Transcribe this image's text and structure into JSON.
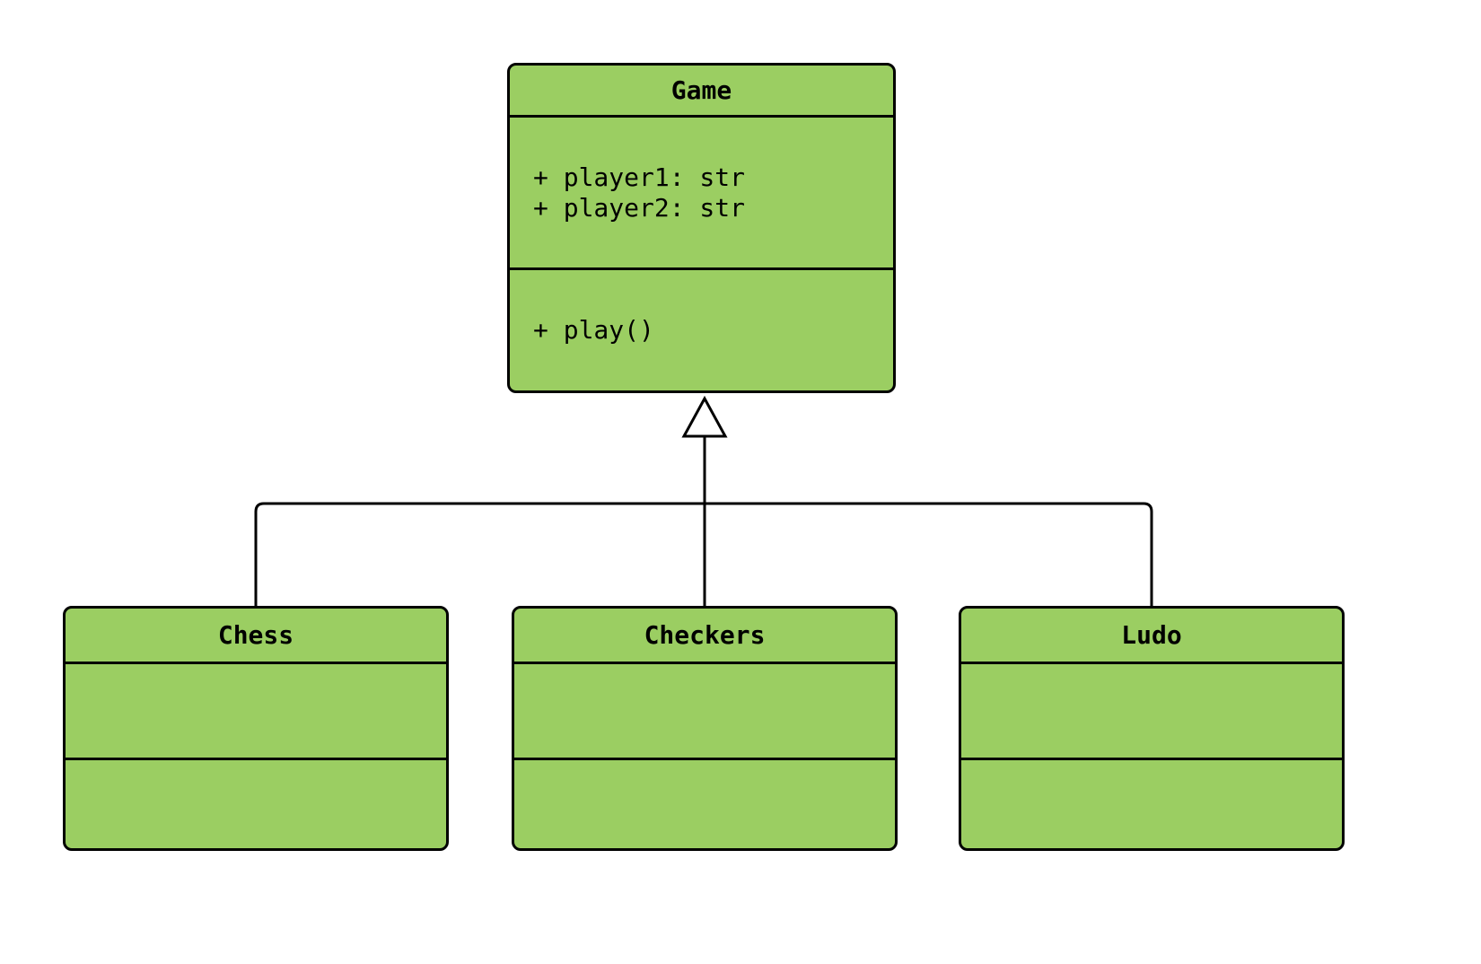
{
  "diagram": {
    "type": "uml-class-diagram",
    "classes": {
      "game": {
        "name": "Game",
        "attributes": [
          "+ player1: str",
          "+ player2: str"
        ],
        "methods": [
          "+ play()"
        ]
      },
      "chess": {
        "name": "Chess",
        "attributes": [],
        "methods": []
      },
      "checkers": {
        "name": "Checkers",
        "attributes": [],
        "methods": []
      },
      "ludo": {
        "name": "Ludo",
        "attributes": [],
        "methods": []
      }
    },
    "relationships": [
      {
        "type": "inheritance",
        "from": "Chess",
        "to": "Game"
      },
      {
        "type": "inheritance",
        "from": "Checkers",
        "to": "Game"
      },
      {
        "type": "inheritance",
        "from": "Ludo",
        "to": "Game"
      }
    ]
  },
  "colors": {
    "background": "#ffffff",
    "class_fill": "#9bce62",
    "class_border": "#000000",
    "connector": "#000000"
  }
}
